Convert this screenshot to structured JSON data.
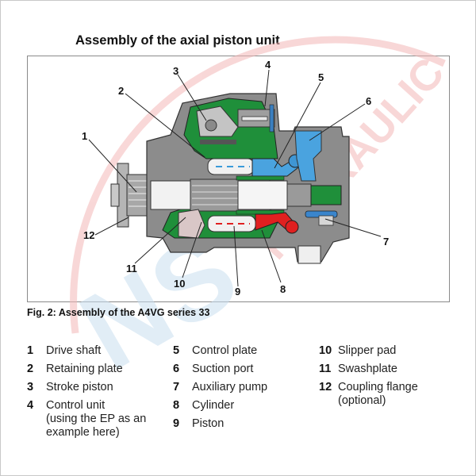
{
  "title": "Assembly of the axial piston unit",
  "caption": "Fig. 2: Assembly of the A4VG series 33",
  "watermark": {
    "text": "HYDRAULIC",
    "letters": "NS"
  },
  "colors": {
    "housing": "#8c8c8c",
    "housing_light": "#bdbdbd",
    "green": "#1f8f3a",
    "blue": "#4aa3df",
    "red": "#e02020",
    "watermark_red": "#f4b8b8",
    "watermark_blue": "#c9dff0"
  },
  "callouts": [
    "1",
    "2",
    "3",
    "4",
    "5",
    "6",
    "7",
    "8",
    "9",
    "10",
    "11",
    "12"
  ],
  "legend": {
    "columns": [
      [
        {
          "num": "1",
          "label": "Drive shaft"
        },
        {
          "num": "2",
          "label": "Retaining plate"
        },
        {
          "num": "3",
          "label": "Stroke piston"
        },
        {
          "num": "4",
          "label": "Control unit\n(using the EP as an\nexample here)"
        }
      ],
      [
        {
          "num": "5",
          "label": "Control plate"
        },
        {
          "num": "6",
          "label": "Suction port"
        },
        {
          "num": "7",
          "label": "Auxiliary pump"
        },
        {
          "num": "8",
          "label": "Cylinder"
        },
        {
          "num": "9",
          "label": "Piston"
        }
      ],
      [
        {
          "num": "10",
          "label": "Slipper pad"
        },
        {
          "num": "11",
          "label": "Swashplate"
        },
        {
          "num": "12",
          "label": "Coupling flange\n(optional)"
        }
      ]
    ]
  }
}
